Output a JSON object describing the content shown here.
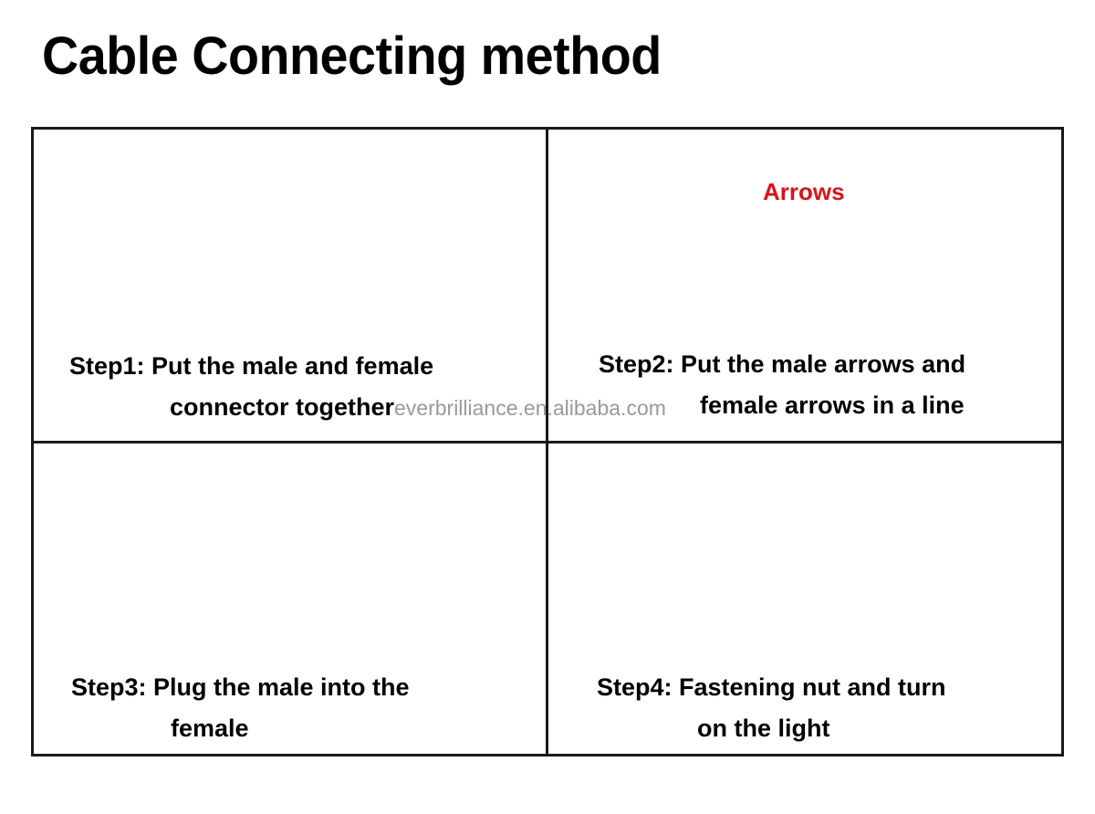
{
  "title": "Cable Connecting method",
  "watermark": "everbrilliance.en.alibaba.com",
  "accent_color": "#d7141a",
  "steps": [
    {
      "line1": "Step1: Put the male and female",
      "line2": "connector together",
      "image": "male-female-connector-ends"
    },
    {
      "line1": "Step2: Put the male arrows and",
      "line2": "female arrows in a line",
      "image": "connectors-with-arrows",
      "annotation": "Arrows"
    },
    {
      "line1": "Step3: Plug the male into the",
      "line2": "female",
      "image": "connectors-plugged"
    },
    {
      "line1": "Step4: Fastening nut and turn",
      "line2": "on the light",
      "image": "connectors-fastened"
    }
  ]
}
